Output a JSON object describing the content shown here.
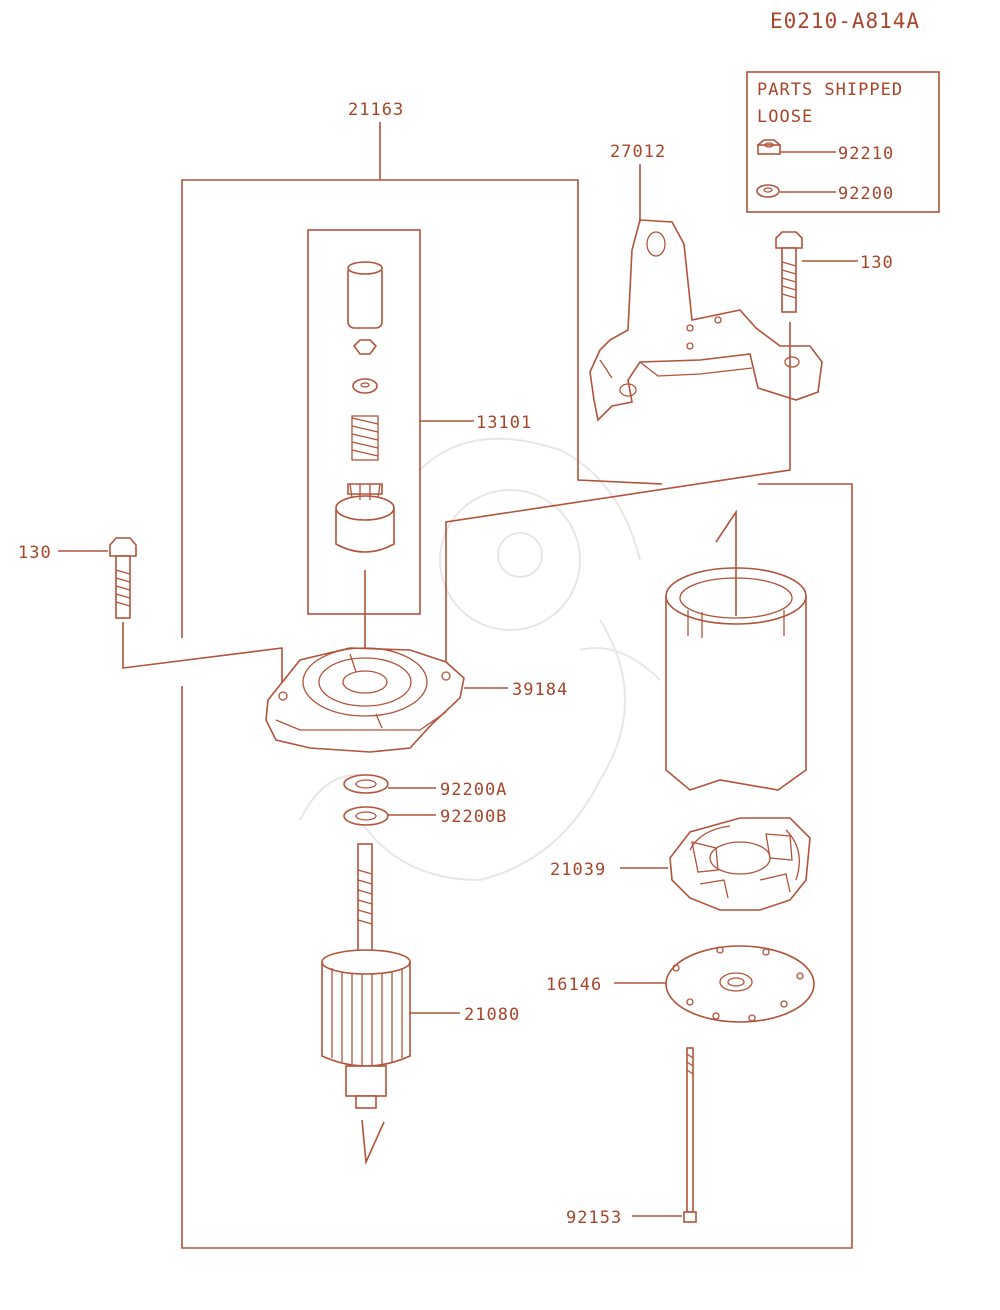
{
  "diagram_id": "E0210-A814A",
  "parts_shipped_loose": {
    "title_line1": "PARTS SHIPPED",
    "title_line2": "LOOSE",
    "items": [
      "92210",
      "92200"
    ]
  },
  "callouts": {
    "starter_assembly": "21163",
    "bracket": "27012",
    "bolt_right": "130",
    "pinion_kit": "13101",
    "bolt_left": "130",
    "end_cover": "39184",
    "washer_a": "92200A",
    "washer_b": "92200B",
    "brush_holder": "21039",
    "end_plate": "16146",
    "armature": "21080",
    "through_bolt": "92153"
  },
  "colors": {
    "line": "#b2533a",
    "text": "#a8452a"
  }
}
